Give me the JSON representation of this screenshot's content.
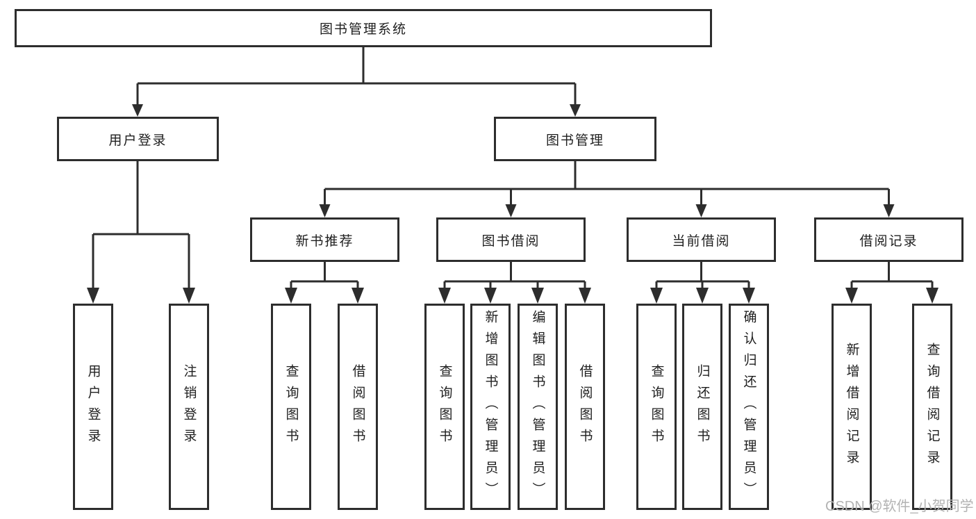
{
  "diagram": {
    "root": {
      "label": "图书管理系统"
    },
    "user_login": {
      "label": "用户登录",
      "children": [
        {
          "label": "用户登录"
        },
        {
          "label": "注销登录"
        }
      ]
    },
    "book_mgmt": {
      "label": "图书管理",
      "children": [
        {
          "label": "新书推荐",
          "children": [
            {
              "label": "查询图书"
            },
            {
              "label": "借阅图书"
            }
          ]
        },
        {
          "label": "图书借阅",
          "children": [
            {
              "label": "查询图书"
            },
            {
              "label": "新增图书（管理员）"
            },
            {
              "label": "编辑图书（管理员）"
            },
            {
              "label": "借阅图书"
            }
          ]
        },
        {
          "label": "当前借阅",
          "children": [
            {
              "label": "查询图书"
            },
            {
              "label": "归还图书"
            },
            {
              "label": "确认归还（管理员）"
            }
          ]
        },
        {
          "label": "借阅记录",
          "children": [
            {
              "label": "新增借阅记录"
            },
            {
              "label": "查询借阅记录"
            }
          ]
        }
      ]
    },
    "watermark": "CSDN @软件_小贺同学",
    "colors": {
      "line": "#2d2d2d",
      "text": "#1f1f1f",
      "watermark": "#b3b3b3",
      "background": "#ffffff"
    }
  }
}
